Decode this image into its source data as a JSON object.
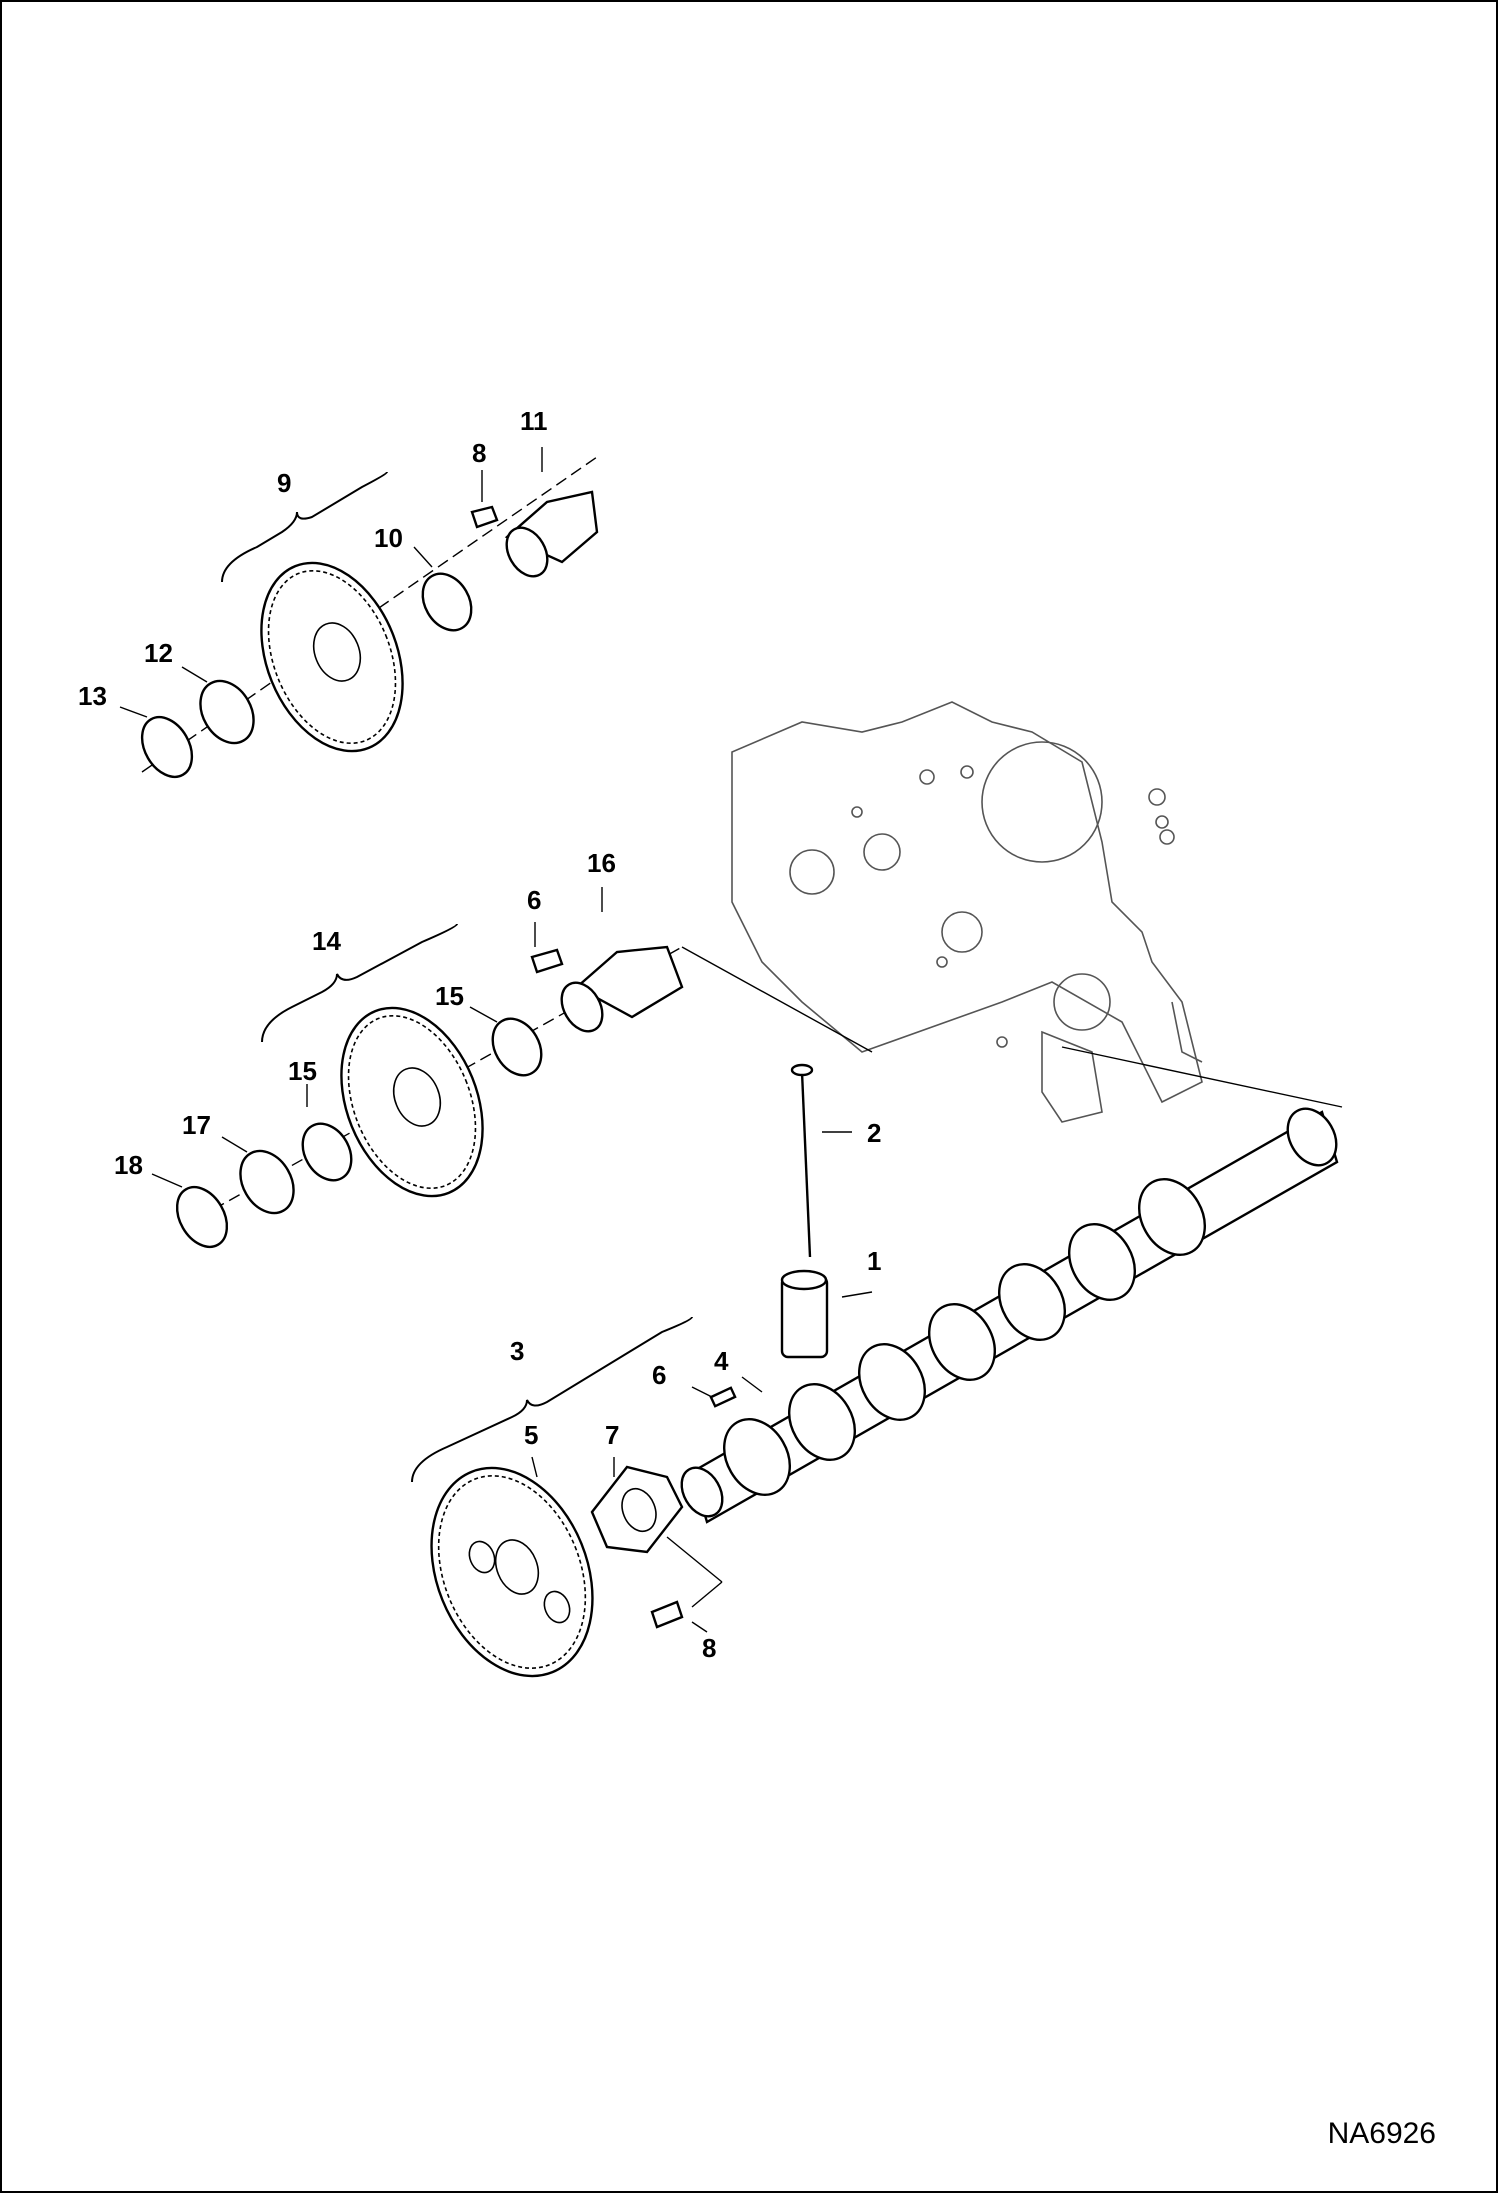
{
  "diagram": {
    "callouts": {
      "c1": "1",
      "c2": "2",
      "c3": "3",
      "c4": "4",
      "c5": "5",
      "c6a": "6",
      "c6b": "6",
      "c7": "7",
      "c8a": "8",
      "c8b": "8",
      "c9": "9",
      "c10": "10",
      "c11": "11",
      "c12": "12",
      "c13": "13",
      "c14": "14",
      "c15a": "15",
      "c15b": "15",
      "c16": "16",
      "c17": "17",
      "c18": "18"
    },
    "figure_id": "NA6926"
  }
}
